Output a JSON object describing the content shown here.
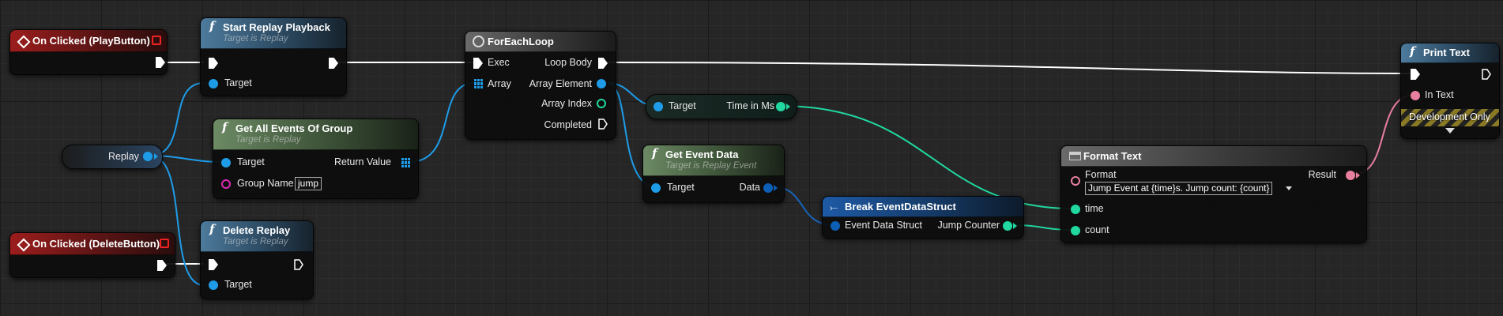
{
  "graph": {
    "wire_colors": {
      "exec": "#ffffff",
      "object": "#1e9ce8",
      "struct": "#1763b8",
      "float": "#20d8a0",
      "text": "#e87f9f"
    }
  },
  "nodes": {
    "on_clicked_play": {
      "title": "On Clicked (PlayButton)"
    },
    "start_replay": {
      "title": "Start Replay Playback",
      "subtitle": "Target is Replay",
      "target_label": "Target"
    },
    "replay_var": {
      "label": "Replay"
    },
    "get_all_events": {
      "title": "Get All Events Of Group",
      "subtitle": "Target is Replay",
      "target_label": "Target",
      "return_label": "Return Value",
      "group_name_label": "Group Name",
      "group_name_value": "jump"
    },
    "on_clicked_delete": {
      "title": "On Clicked (DeleteButton)"
    },
    "delete_replay": {
      "title": "Delete Replay",
      "subtitle": "Target is Replay",
      "target_label": "Target"
    },
    "for_each_loop": {
      "title": "ForEachLoop",
      "exec_label": "Exec",
      "array_label": "Array",
      "loop_body_label": "Loop Body",
      "array_element_label": "Array Element",
      "array_index_label": "Array Index",
      "completed_label": "Completed"
    },
    "time_in_ms": {
      "target_label": "Target",
      "output_label": "Time in Ms"
    },
    "get_event_data": {
      "title": "Get Event Data",
      "subtitle": "Target is Replay Event",
      "target_label": "Target",
      "data_label": "Data"
    },
    "break_struct": {
      "title": "Break EventDataStruct",
      "input_label": "Event Data Struct",
      "output_label": "Jump Counter"
    },
    "format_text": {
      "title": "Format Text",
      "format_label": "Format",
      "format_value": "Jump Event at {time}s. Jump count: {count}",
      "result_label": "Result",
      "time_label": "time",
      "count_label": "count"
    },
    "print_text": {
      "title": "Print Text",
      "in_text_label": "In Text",
      "dev_only_label": "Development Only"
    }
  }
}
